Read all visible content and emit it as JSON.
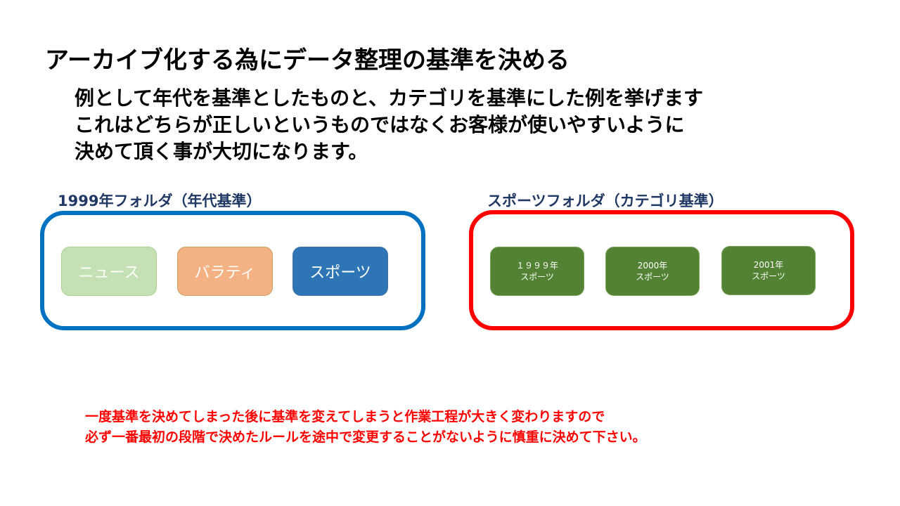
{
  "title": "アーカイブ化する為にデータ整理の基準を決める",
  "intro": [
    "例として年代を基準としたものと、カテゴリを基準にした例を挙げます",
    "これはどちらが正しいというものではなくお客様が使いやすいように",
    "決めて頂く事が大切になります。"
  ],
  "left_folder": {
    "label": "1999年フォルダ（年代基準）",
    "color": "#0070c0",
    "items": [
      {
        "label": "ニュース",
        "color": "#c5e0b4"
      },
      {
        "label": "バラティ",
        "color": "#f4b183"
      },
      {
        "label": "スポーツ",
        "color": "#2e75b6"
      }
    ]
  },
  "right_folder": {
    "label": "スポーツフォルダ（カテゴリ基準）",
    "color": "#ff0000",
    "items": [
      {
        "year": "１９９９年",
        "cat": "スポーツ"
      },
      {
        "year": "2000年",
        "cat": "スポーツ"
      },
      {
        "year": "2001年",
        "cat": "スポーツ"
      }
    ]
  },
  "note": [
    "一度基準を決めてしまった後に基準を変えてしまうと作業工程が大きく変わりますので",
    "必ず一番最初の段階で決めたルールを途中で変更することがないように慎重に決めて下さい。"
  ]
}
